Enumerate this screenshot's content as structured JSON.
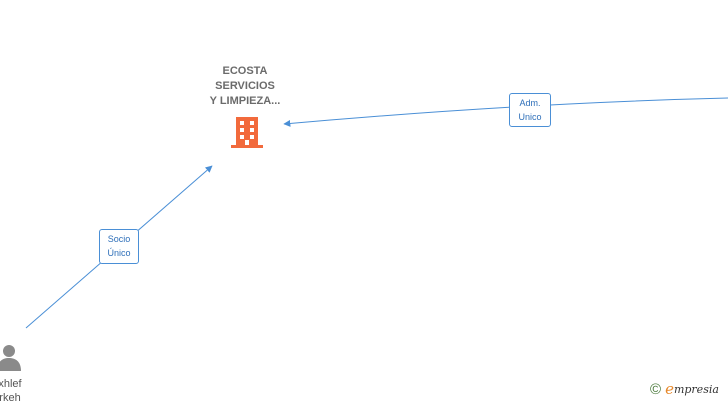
{
  "company": {
    "name_lines": [
      "ECOSTA",
      "SERVICIOS",
      "Y LIMPIEZA..."
    ],
    "icon": "building-icon",
    "icon_color": "#f26a3c"
  },
  "relations": [
    {
      "label_lines": [
        "Adm.",
        "Unico"
      ]
    },
    {
      "label_lines": [
        "Socio",
        "Único"
      ]
    }
  ],
  "person": {
    "icon": "person-icon",
    "name_lines": [
      "xhlef",
      "rkeh"
    ]
  },
  "edge_color": "#4a8fd6",
  "brand": {
    "copyright": "©",
    "initial": "e",
    "rest": "mpresia"
  }
}
